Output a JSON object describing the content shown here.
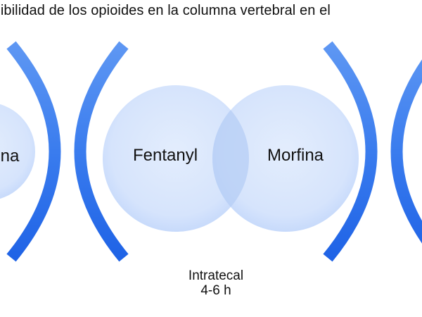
{
  "title": "Disponibilidad de los opioides en la columna vertebral en el",
  "colors": {
    "arc": "#2f73ea",
    "arc_light": "#5b95f2",
    "circle_fill": "#dbe7fc",
    "circle_edge": "#c9dbfb",
    "overlap_fill": "#b9d0f7",
    "text": "#111111"
  },
  "circles": [
    {
      "id": "left",
      "label": "Morfina",
      "visible_label": "na"
    },
    {
      "id": "fentanyl",
      "label": "Fentanyl"
    },
    {
      "id": "morfina",
      "label": "Morfina"
    }
  ],
  "caption": {
    "route": "Intratecal",
    "duration": "4-6 h"
  }
}
